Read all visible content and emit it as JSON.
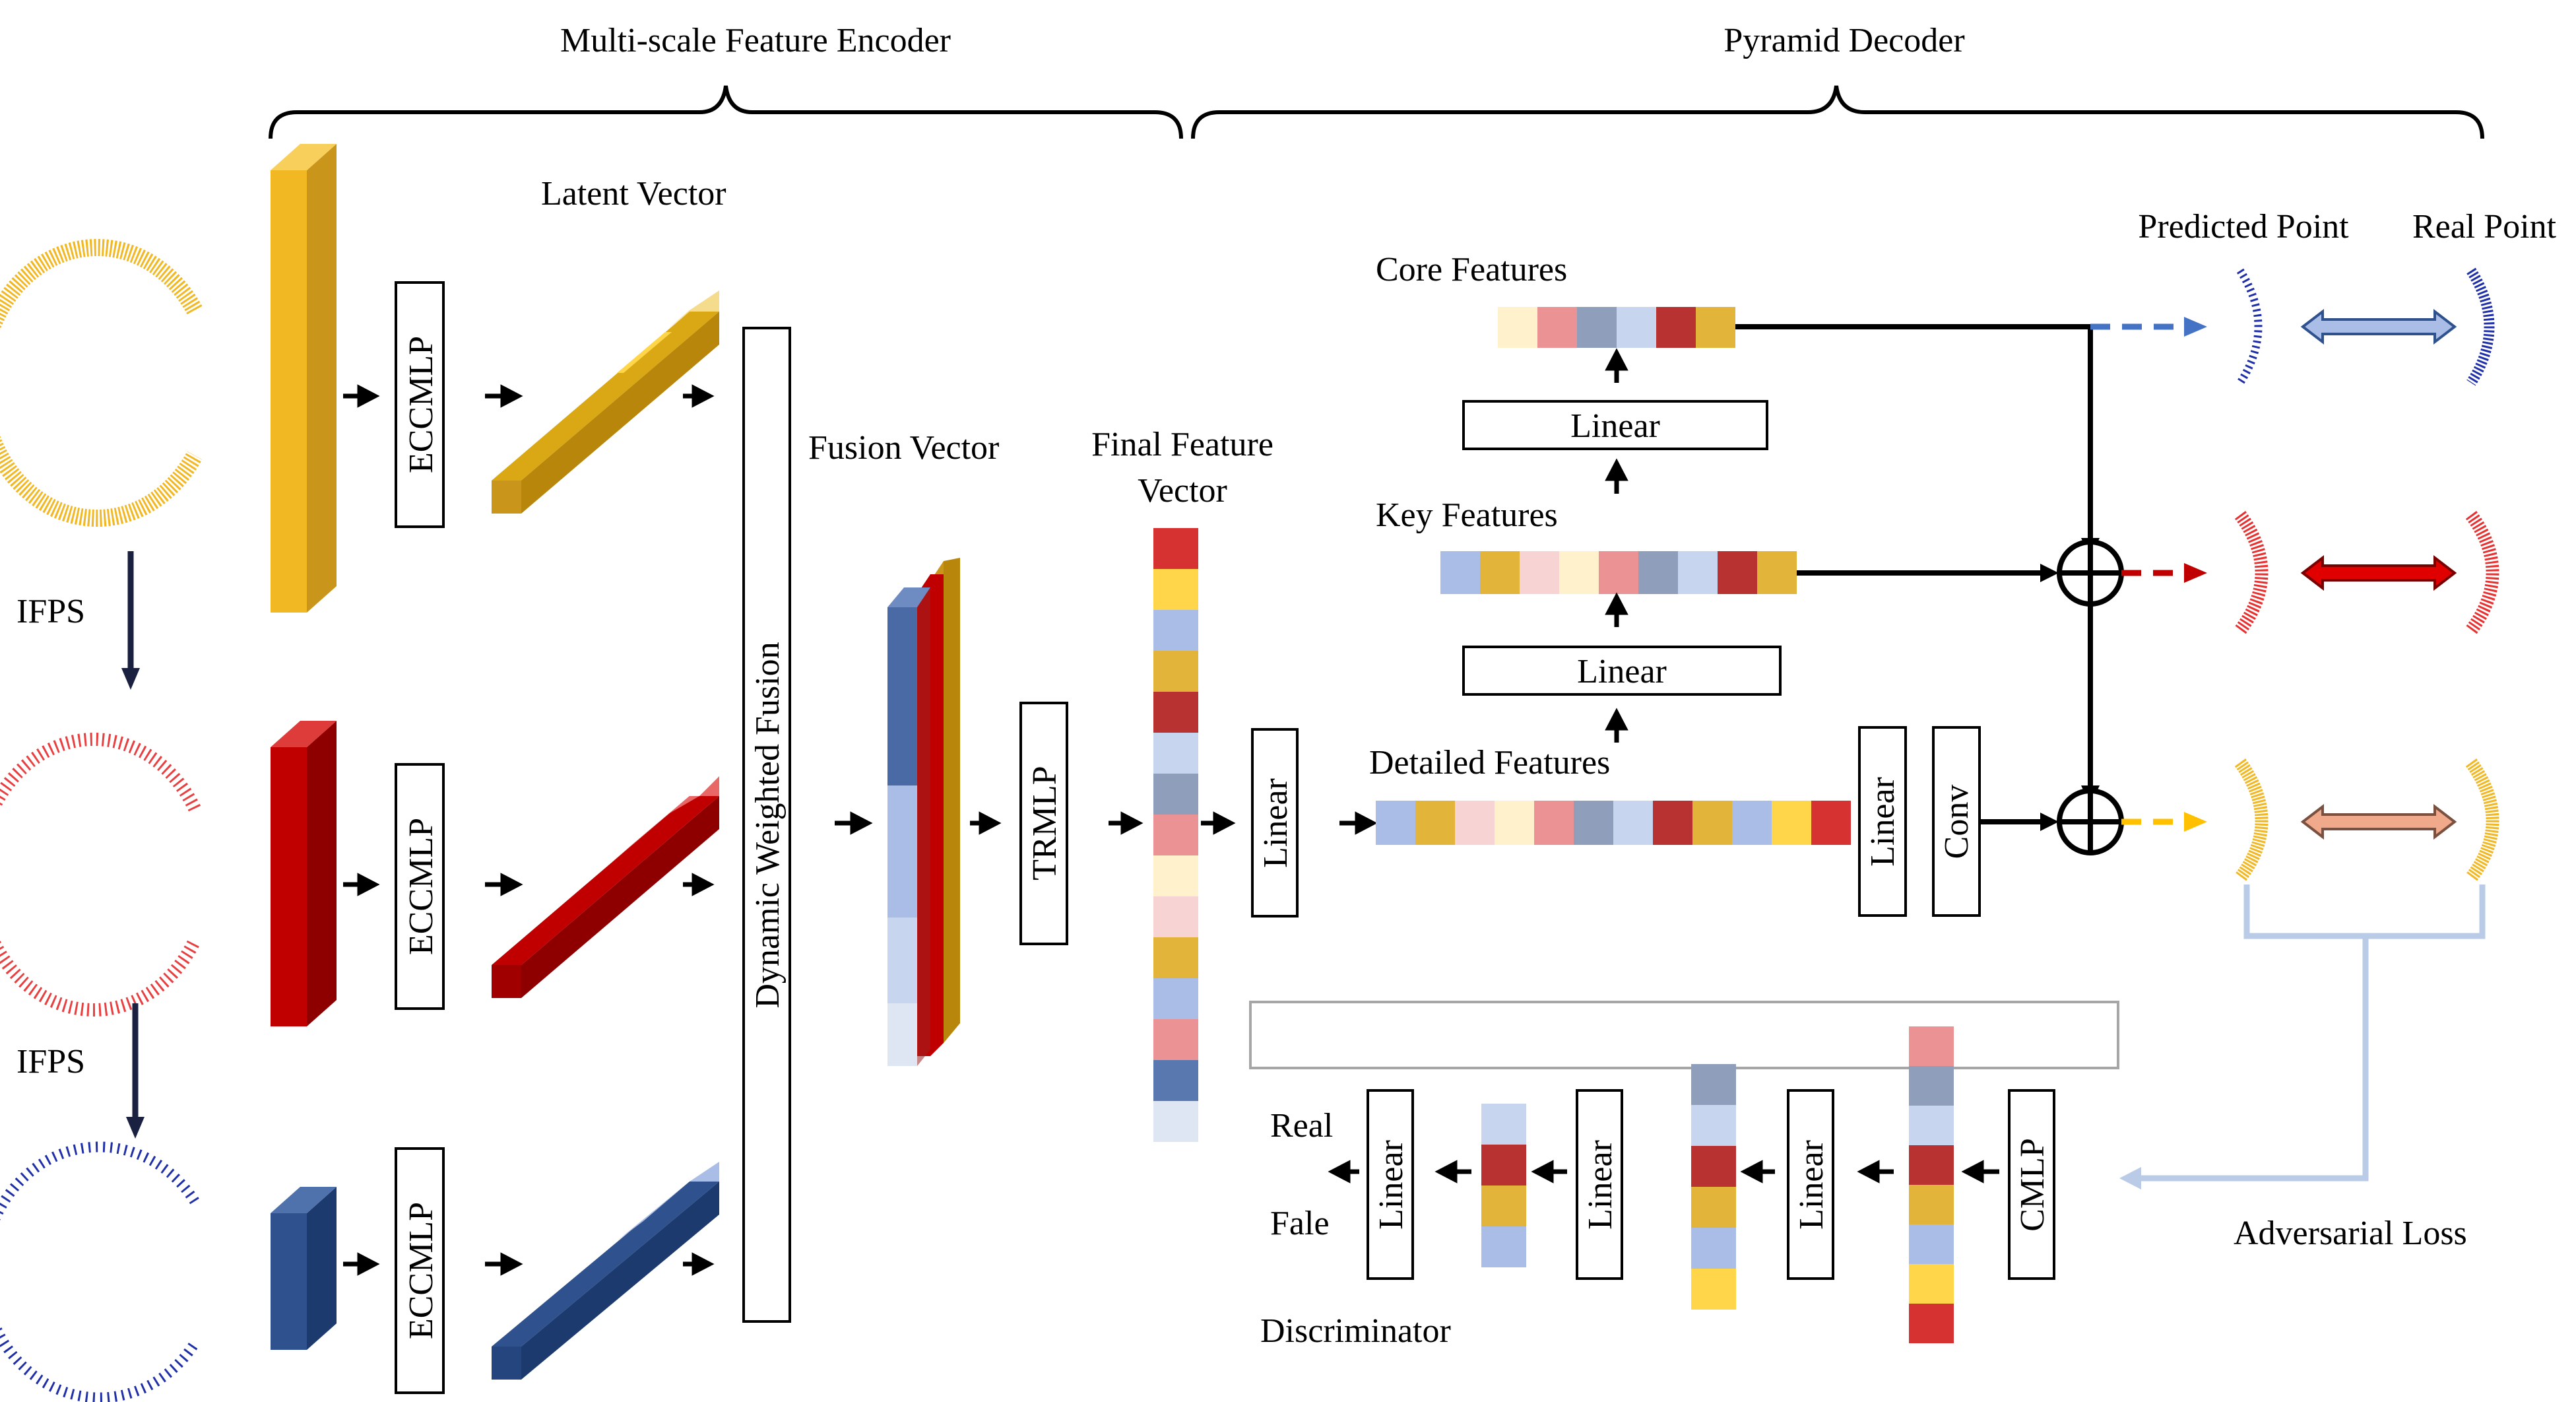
{
  "titles": {
    "encoder": "Multi-scale Feature Encoder",
    "decoder": "Pyramid Decoder"
  },
  "labels": {
    "latent_vector": "Latent Vector",
    "fusion_vector": "Fusion Vector",
    "final_feature_1": "Final Feature",
    "final_feature_2": "Vector",
    "ifps": "IFPS",
    "core_features": "Core Features",
    "key_features": "Key Features",
    "detailed_features": "Detailed Features",
    "predicted_point": "Predicted Point",
    "real_point": "Real Point",
    "adversarial_loss": "Adversarial Loss",
    "discriminator": "Discriminator",
    "real": "Real",
    "fale": "Fale"
  },
  "blocks": {
    "eccmlp": "ECCMLP",
    "dynamic_fusion": "Dynamic Weighted Fusion",
    "trmlp": "TRMLP",
    "linear": "Linear",
    "conv": "Conv",
    "cmlp": "CMLP"
  },
  "colors": {
    "yellow": "#f2b824",
    "red": "#c00000",
    "blue": "#2f528f",
    "light_blue": "#a9bde6",
    "gold": "#e3b43a",
    "pink": "#f8d3d3",
    "cream": "#fff1cc",
    "rose": "#ea9294",
    "slate": "#8f9fbb",
    "pale_blue": "#c7d5ee",
    "crimson": "#b83232",
    "bright_yellow": "#ffd54a",
    "steel_blue": "#5a78b0",
    "bright_red": "#d63232",
    "loss_line": "#b9cbe6",
    "real_text": "#00b0f0",
    "fale_text": "#ff0000",
    "arrow_orange": "#f0a98a"
  }
}
